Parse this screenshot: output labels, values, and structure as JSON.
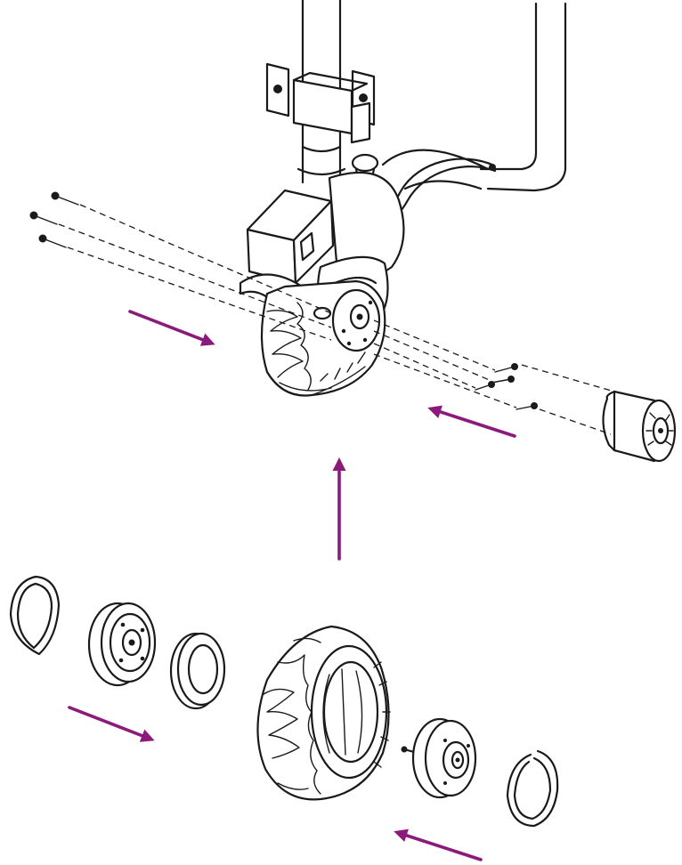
{
  "diagram": {
    "accent_color": "#8b1a7c",
    "line_color": "#1a1a1a",
    "background": "#ffffff",
    "parts": [
      "jockey-wheel-leg",
      "mounting-bracket",
      "control-box",
      "wheel-fork",
      "assembled-wheel",
      "motor-hub",
      "mounting-screws",
      "snap-ring",
      "bearing-hub",
      "seal-ring",
      "tyre",
      "end-hub"
    ],
    "arrows": [
      {
        "direction": "right-down"
      },
      {
        "direction": "left-up"
      },
      {
        "direction": "up"
      },
      {
        "direction": "right-down"
      },
      {
        "direction": "left-up"
      }
    ]
  }
}
